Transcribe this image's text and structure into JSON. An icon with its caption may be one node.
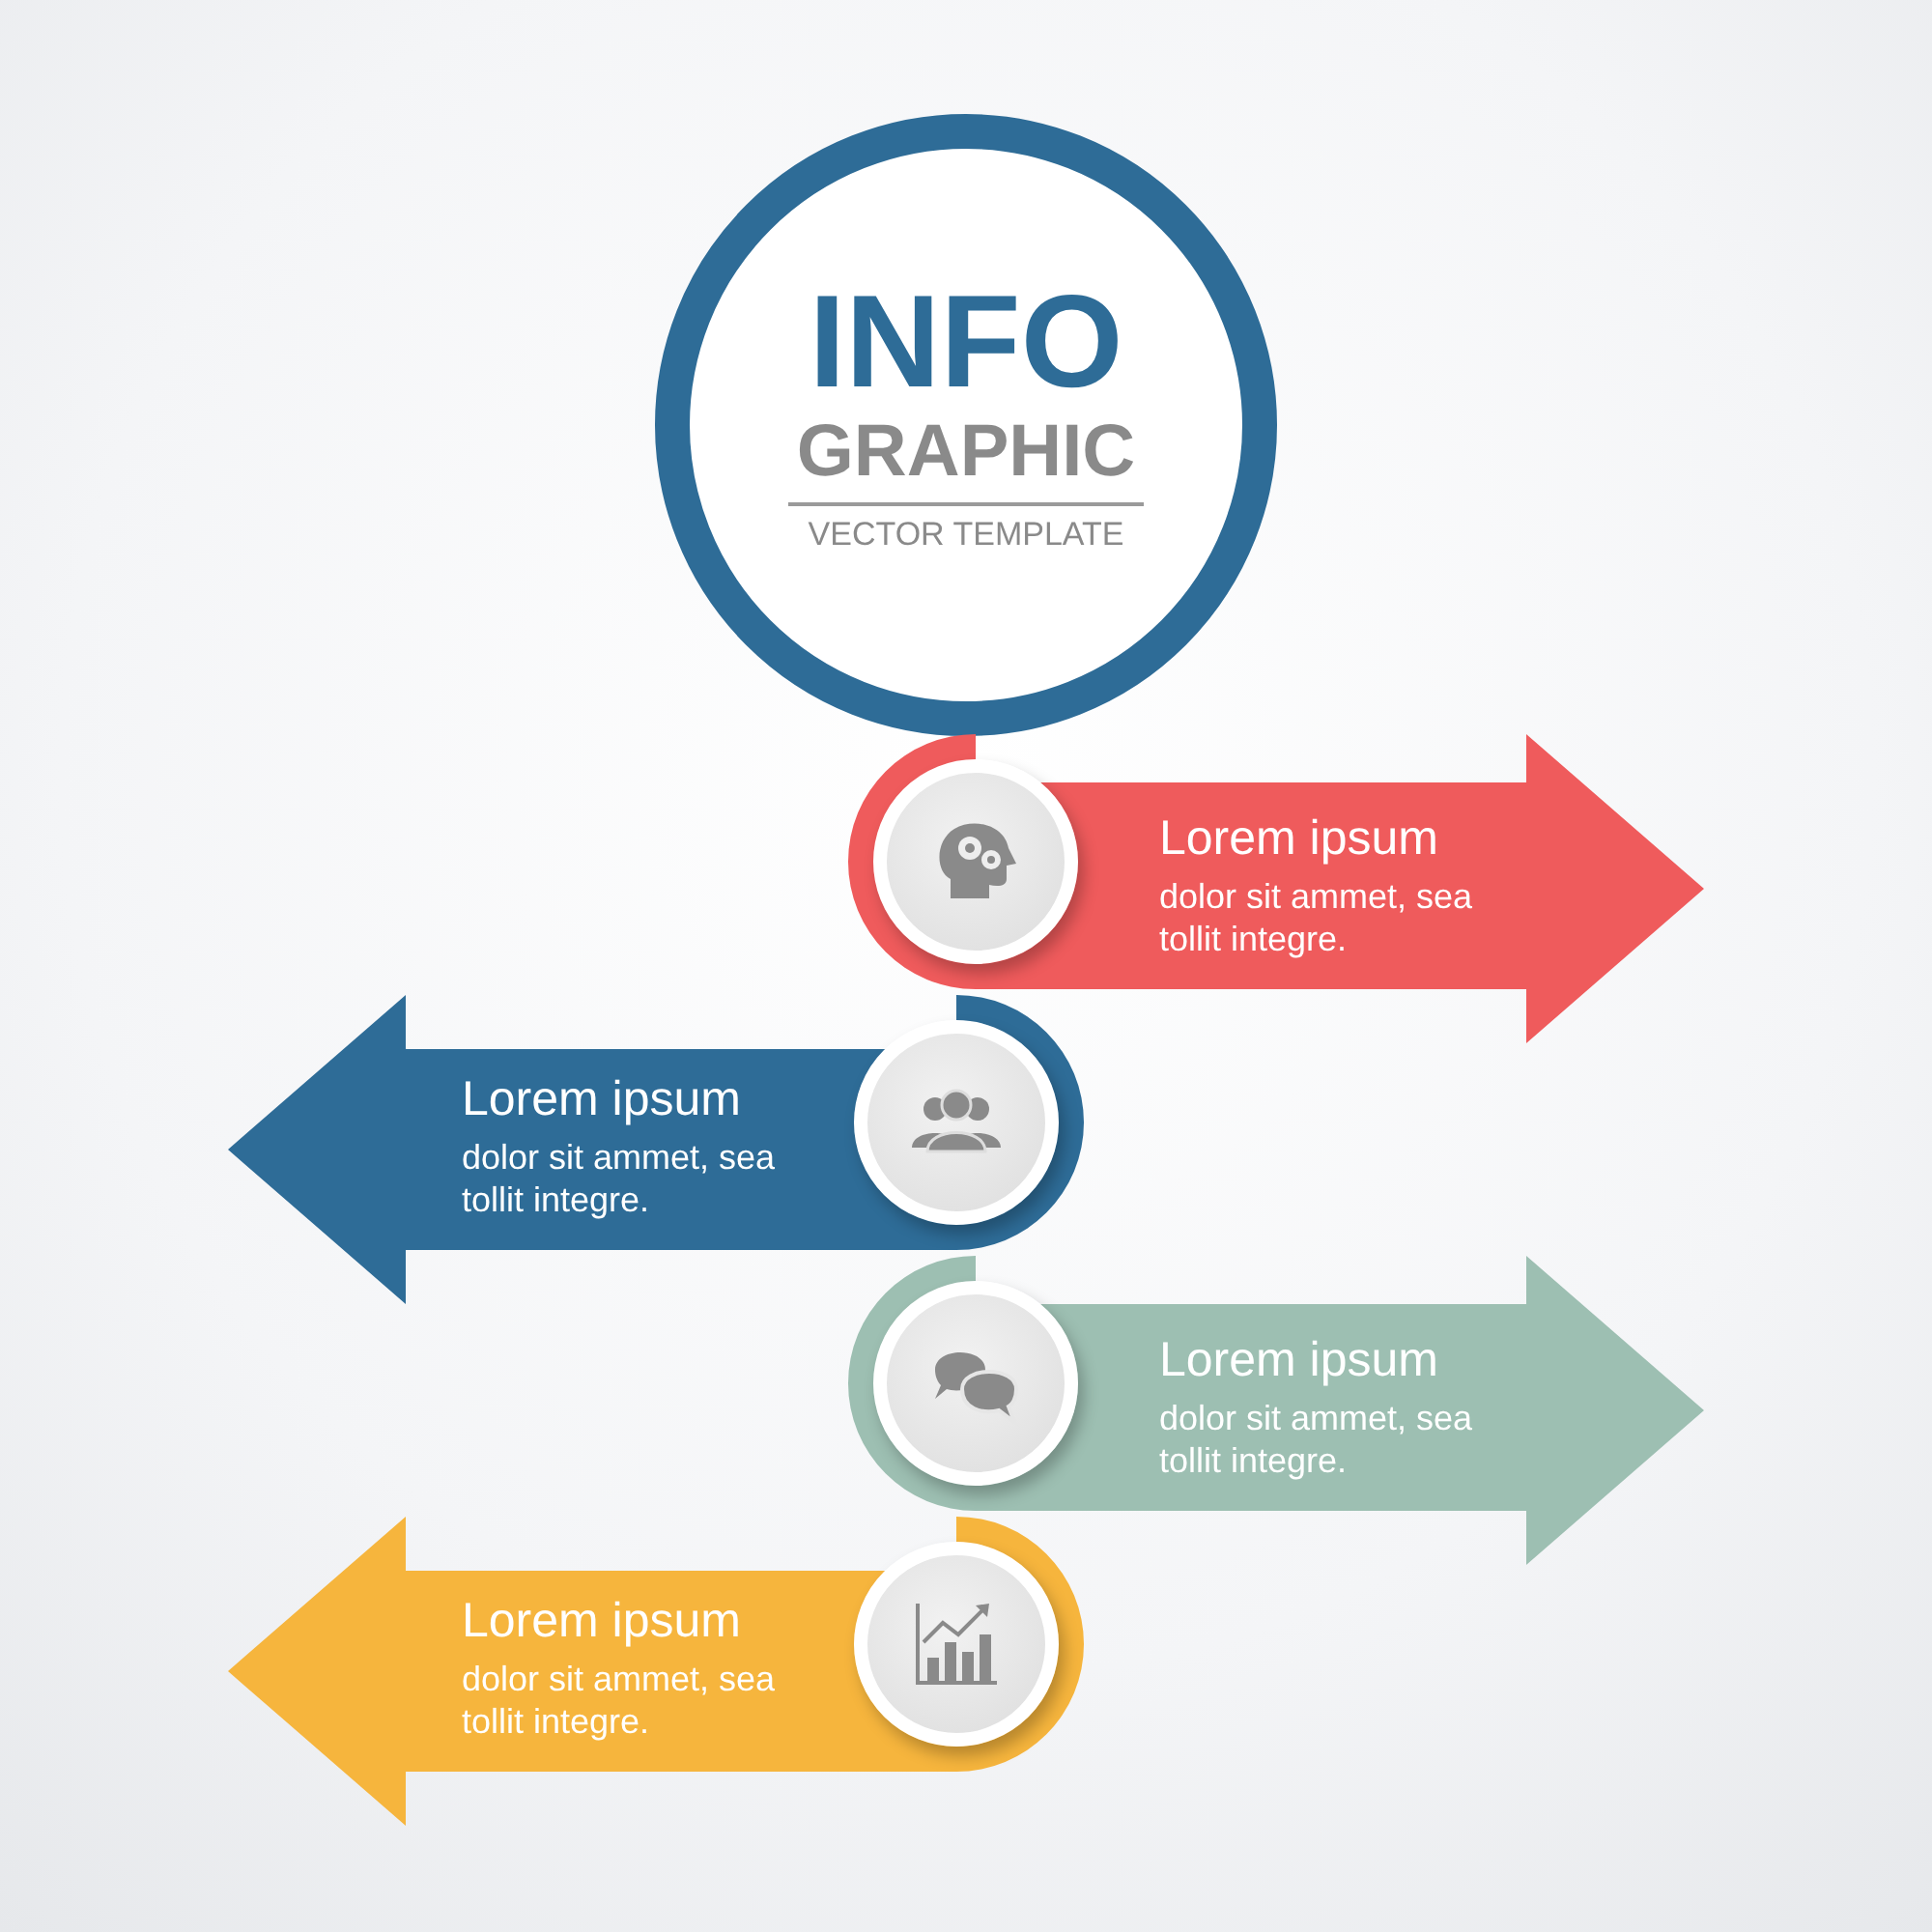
{
  "diagram": {
    "nodes": [
      {
        "text": [
          "INFO",
          "GRAPHIC",
          "VECTOR TEMPLATE"
        ]
      },
      {
        "text": [
          "Lorem ipsum",
          "dolor sit ammet, sea tollit integre."
        ]
      },
      {
        "text": [
          "Lorem ipsum",
          "dolor sit ammet, sea tollit integre."
        ]
      },
      {
        "text": [
          "Lorem ipsum",
          "dolor sit ammet, sea tollit integre."
        ]
      },
      {
        "text": [
          "Lorem ipsum",
          "dolor sit ammet, sea tollit integre."
        ]
      }
    ]
  }
}
